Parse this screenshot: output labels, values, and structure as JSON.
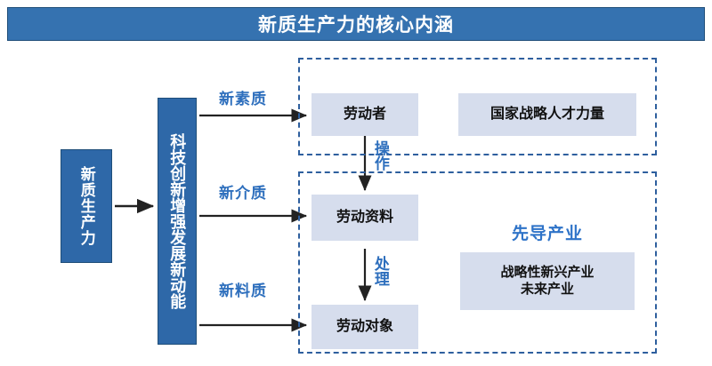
{
  "header": {
    "title": "新质生产力的核心内涵",
    "bar_color": "#3572b0",
    "text_color": "#ffffff"
  },
  "colors": {
    "dark_blue_box": "#2e68a8",
    "light_box": "#d6dded",
    "accent_blue_text": "#2e6fbd",
    "dashed_border": "#2e5f9e",
    "arrow_black": "#222222"
  },
  "flow": {
    "source_box": {
      "label": "新质生产力",
      "orientation": "vertical"
    },
    "driver_box": {
      "label": "科技创新增强发展新动能",
      "orientation": "vertical"
    },
    "arrow_labels": [
      {
        "id": "new-quality",
        "label": "新素质"
      },
      {
        "id": "new-medium",
        "label": "新介质"
      },
      {
        "id": "new-material",
        "label": "新料质"
      }
    ]
  },
  "groups": {
    "top": {
      "boxes": [
        {
          "id": "worker",
          "label": "劳动者"
        },
        {
          "id": "talent",
          "label": "国家战略人才力量"
        }
      ]
    },
    "bottom": {
      "boxes": [
        {
          "id": "means",
          "label": "劳动资料"
        },
        {
          "id": "object",
          "label": "劳动对象"
        }
      ],
      "heading": "先导产业",
      "industries_line1": "战略性新兴产业",
      "industries_line2": "未来产业"
    }
  },
  "vertical_labels": [
    {
      "id": "operate",
      "label": "操作"
    },
    {
      "id": "process",
      "label": "处理"
    }
  ]
}
